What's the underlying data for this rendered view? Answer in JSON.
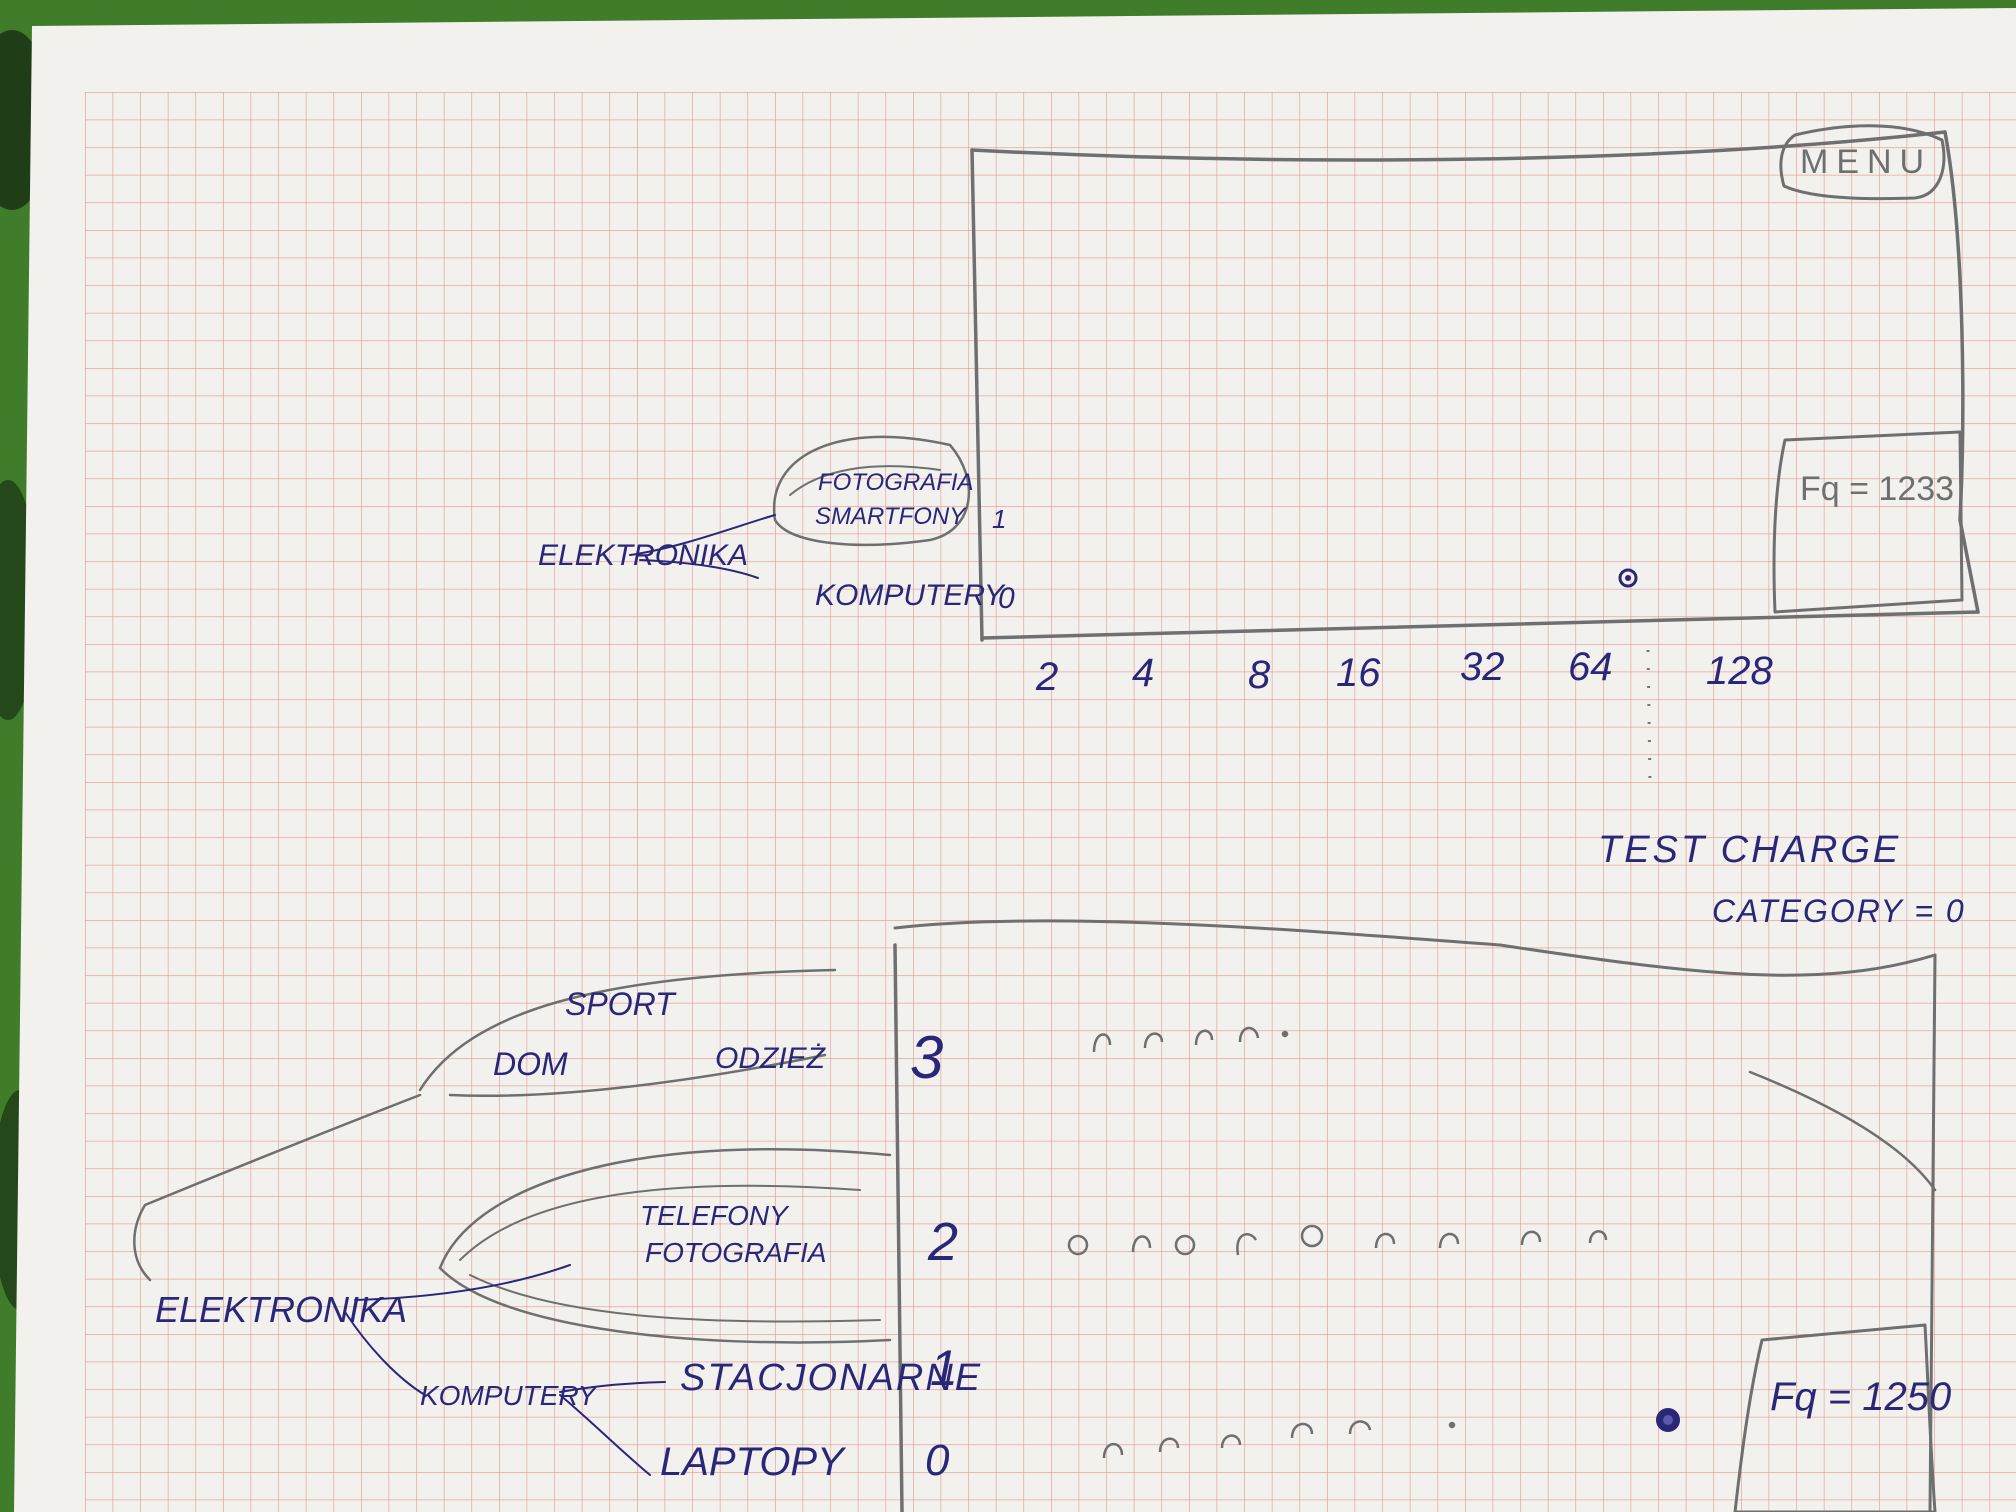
{
  "colors": {
    "background": "#3f7d2a",
    "paper": "#f3f1ee",
    "grid": "#d79a8d",
    "pencil": "#6f6f6f",
    "ink": "#2a2778"
  },
  "top_sketch": {
    "menu": "MENU",
    "tree": {
      "root": "ELEKTRONIKA",
      "group": [
        "FOTOGRAFIA",
        "SMARTFONY"
      ],
      "leaf": "KOMPUTERY"
    },
    "y_ticks": [
      "1",
      "0"
    ],
    "x_ticks": [
      "2",
      "4",
      "8",
      "16",
      "32",
      "64",
      "128"
    ],
    "force_label": "Fq = 1233"
  },
  "test_charge": {
    "line1": "TEST CHARGE",
    "line2": "CATEGORY = 0"
  },
  "bottom_sketch": {
    "tree": {
      "upper_group": [
        "SPORT",
        "DOM",
        "ODZIEŻ"
      ],
      "root": "ELEKTRONIKA",
      "middle_group": [
        "TELEFONY",
        "FOTOGRAFIA"
      ],
      "sub": "KOMPUTERY",
      "leaves": [
        "STACJONARNE",
        "LAPTOPY"
      ]
    },
    "y_ticks": [
      "3",
      "2",
      "1",
      "0"
    ],
    "force_label": "Fq = 1250"
  }
}
